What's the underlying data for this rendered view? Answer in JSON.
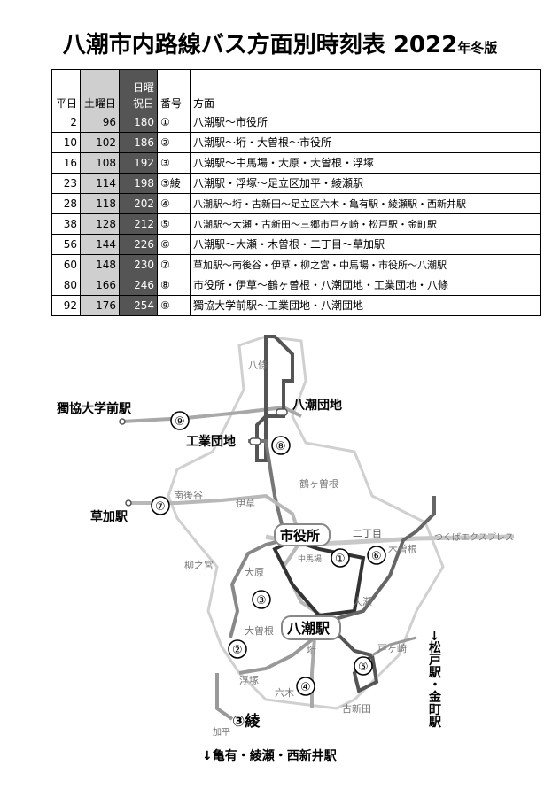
{
  "title": {
    "main": "八潮市内路線バス方面別時刻表 2022",
    "suffix": "年冬版"
  },
  "table": {
    "headers": {
      "weekday": "平日",
      "saturday": "土曜日",
      "holiday_line1": "日曜",
      "holiday_line2": "祝日",
      "number": "番号",
      "direction": "方面"
    },
    "rows": [
      {
        "weekday": "2",
        "saturday": "96",
        "holiday": "180",
        "number": "①",
        "route": "八潮駅～市役所"
      },
      {
        "weekday": "10",
        "saturday": "102",
        "holiday": "186",
        "number": "②",
        "route": "八潮駅～垳・大曽根～市役所"
      },
      {
        "weekday": "16",
        "saturday": "108",
        "holiday": "192",
        "number": "③",
        "route": "八潮駅～中馬場・大原・大曽根・浮塚"
      },
      {
        "weekday": "23",
        "saturday": "114",
        "holiday": "198",
        "number": "③綾",
        "route": "八潮駅・浮塚～足立区加平・綾瀬駅"
      },
      {
        "weekday": "28",
        "saturday": "118",
        "holiday": "202",
        "number": "④",
        "route": "八潮駅～垳・古新田～足立区六木・亀有駅・綾瀬駅・西新井駅"
      },
      {
        "weekday": "38",
        "saturday": "128",
        "holiday": "212",
        "number": "⑤",
        "route": "八潮駅～大瀬・古新田～三郷市戸ヶ崎・松戸駅・金町駅"
      },
      {
        "weekday": "56",
        "saturday": "144",
        "holiday": "226",
        "number": "⑥",
        "route": "八潮駅～大瀬・木曽根・二丁目～草加駅"
      },
      {
        "weekday": "60",
        "saturday": "148",
        "holiday": "230",
        "number": "⑦",
        "route": "草加駅～南後谷・伊草・柳之宮・中馬場・市役所～八潮駅"
      },
      {
        "weekday": "80",
        "saturday": "166",
        "holiday": "246",
        "number": "⑧",
        "route": "市役所・伊草～鶴ヶ曽根・八潮団地・工業団地・八條"
      },
      {
        "weekday": "92",
        "saturday": "176",
        "holiday": "254",
        "number": "⑨",
        "route": "獨協大学前駅～工業団地・八潮団地"
      }
    ]
  },
  "map": {
    "labels": {
      "hachijo": "八條",
      "dokkyo": "獨協大学前駅",
      "yashio_danchi": "八潮団地",
      "kogyo_danchi": "工業団地",
      "tsurugasone": "鶴ヶ曽根",
      "minamigoya": "南後谷",
      "isa": "伊草",
      "soka": "草加駅",
      "shiyakusho": "市役所",
      "nichome": "二丁目",
      "tx": "つくばエクスプレス",
      "kisone": "木曽根",
      "yanaginomiya": "柳之宮",
      "nakababa": "中馬場",
      "ohara": "大原",
      "ose": "大瀬",
      "yashio_eki": "八潮駅",
      "osone": "大曽根",
      "gake": "垳",
      "togasaki": "戸ヶ崎",
      "matsudo": "→松戸駅・金町駅",
      "ukitsuka": "浮塚",
      "rokugi": "六木",
      "koshinden": "古新田",
      "ayase_badge": "③綾",
      "kahei": "加平",
      "kameari": "↓亀有・綾瀬・西新井駅"
    },
    "route_badges": [
      "①",
      "②",
      "③",
      "④",
      "⑤",
      "⑥",
      "⑦",
      "⑧",
      "⑨"
    ]
  }
}
